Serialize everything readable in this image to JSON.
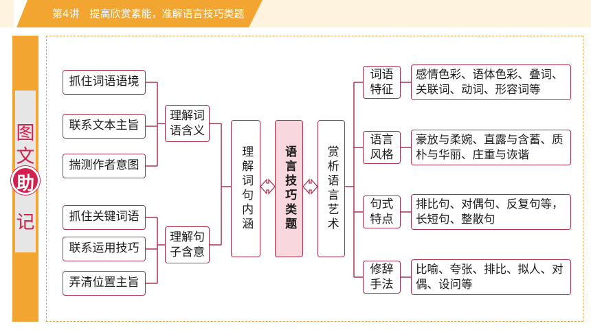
{
  "header": {
    "title": "第4讲　提高欣赏素能，准解语言技巧类题"
  },
  "ribbon": {
    "chars": [
      "图",
      "文",
      "助",
      "记"
    ]
  },
  "diagram": {
    "center": "语言技巧类题",
    "left_main": "理解词句内涵",
    "right_main": "赏析语言艺术",
    "left_groups": [
      {
        "label": "理解词语含义",
        "items": [
          "抓住词语语境",
          "联系文本主旨",
          "揣测作者意图"
        ]
      },
      {
        "label": "理解句子含意",
        "items": [
          "抓住关键词语",
          "联系运用技巧",
          "弄清位置主旨"
        ]
      }
    ],
    "right_groups": [
      {
        "category": "词语特征",
        "desc": "感情色彩、语体色彩、叠词、关联词、动词、形容词等"
      },
      {
        "category": "语言风格",
        "desc": "豪放与柔婉、直露与含蓄、质朴与华丽、庄重与诙谐"
      },
      {
        "category": "句式特点",
        "desc": "排比句、对偶句、反复句等，长短句、整散句"
      },
      {
        "category": "修辞手法",
        "desc": "比喻、夸张、排比、拟人、对偶、设问等"
      }
    ]
  }
}
